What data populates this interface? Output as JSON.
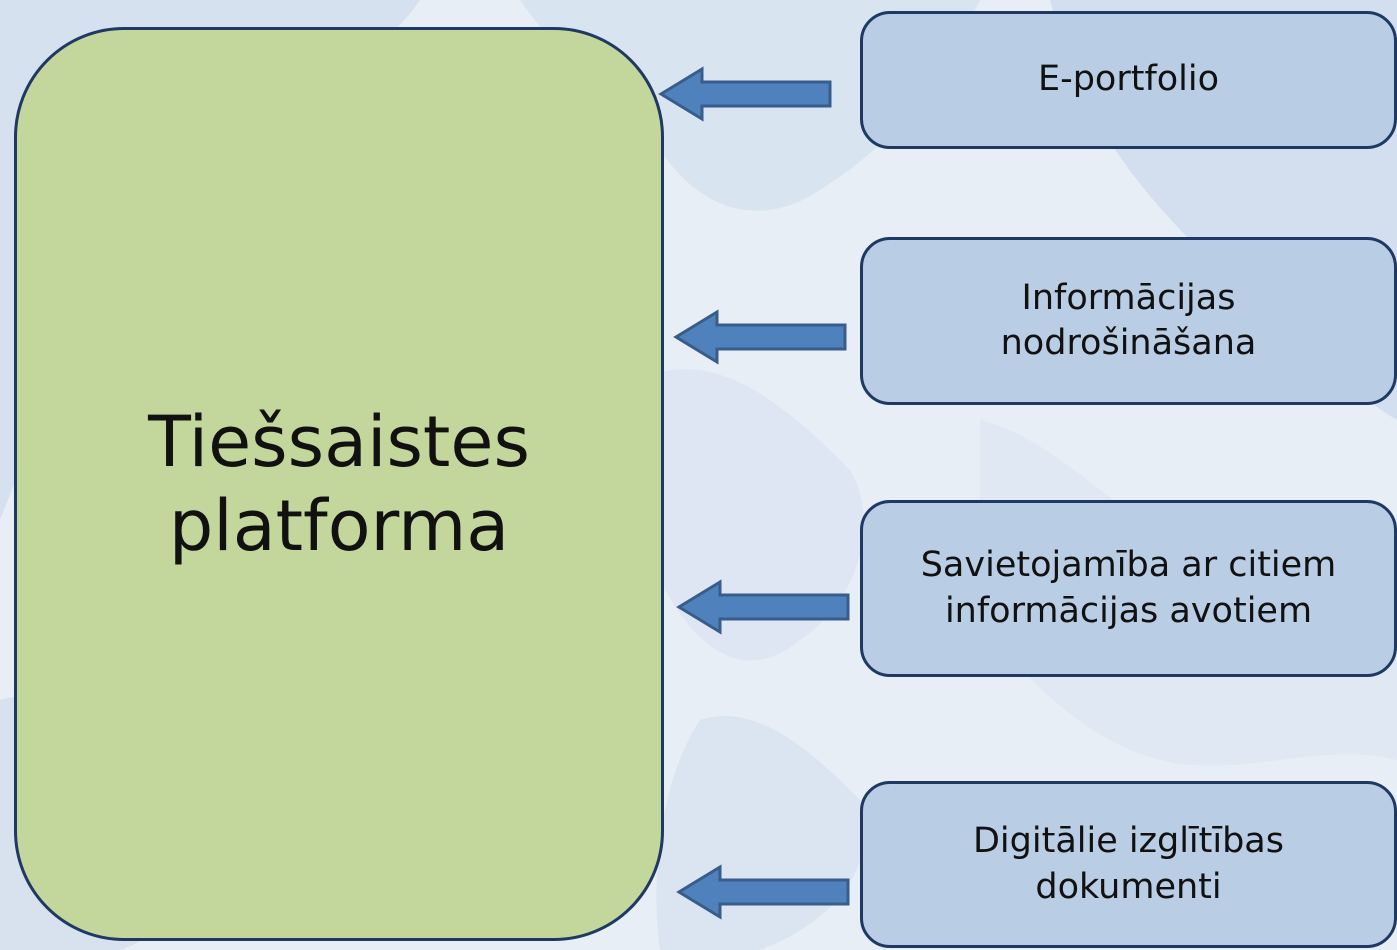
{
  "main": {
    "title": "Tiešsaistes\nplatforma"
  },
  "components": [
    {
      "label": "E-portfolio"
    },
    {
      "label": "Informācijas\nnodrošināšana"
    },
    {
      "label": "Savietojamība ar citiem\ninformācijas avotiem"
    },
    {
      "label": "Digitālie izglītības\ndokumenti"
    }
  ],
  "colors": {
    "main_fill": "#c3d69b",
    "box_fill": "#b9cde5",
    "border": "#1f3864",
    "arrow_fill": "#4f81bd",
    "arrow_stroke": "#385d8a"
  }
}
